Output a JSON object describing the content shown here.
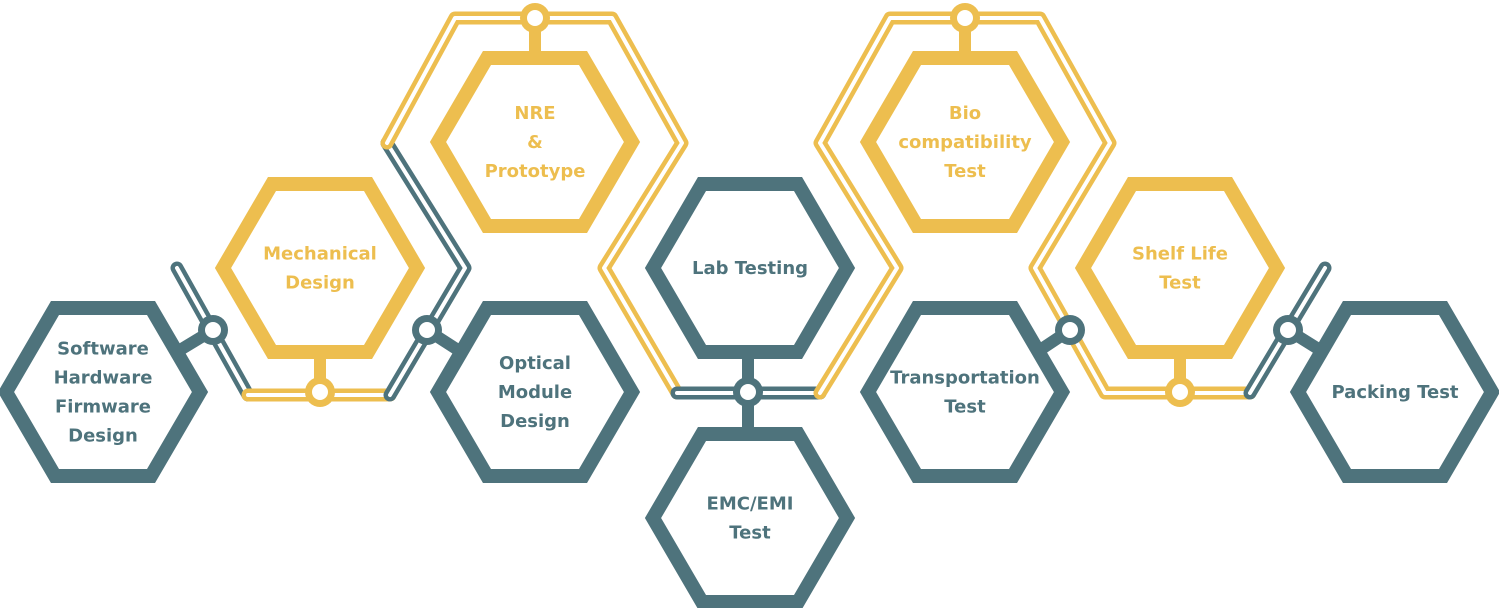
{
  "colors": {
    "yellow": "#EDBE4F",
    "teal": "#4E737C",
    "background": "#FFFFFF"
  },
  "nodes": [
    {
      "id": "software",
      "color": "teal",
      "lines": [
        "Software",
        "Hardware",
        "Firmware",
        "Design"
      ]
    },
    {
      "id": "mechanical",
      "color": "yellow",
      "lines": [
        "Mechanical",
        "Design"
      ]
    },
    {
      "id": "nre",
      "color": "yellow",
      "lines": [
        "NRE",
        "&",
        "Prototype"
      ]
    },
    {
      "id": "optical",
      "color": "teal",
      "lines": [
        "Optical",
        "Module",
        "Design"
      ]
    },
    {
      "id": "lab",
      "color": "teal",
      "lines": [
        "Lab Testing"
      ]
    },
    {
      "id": "emc",
      "color": "teal",
      "lines": [
        "EMC/EMI",
        "Test"
      ]
    },
    {
      "id": "bio",
      "color": "yellow",
      "lines": [
        "Bio",
        "compatibility",
        "Test"
      ]
    },
    {
      "id": "transport",
      "color": "teal",
      "lines": [
        "Transportation",
        "Test"
      ]
    },
    {
      "id": "shelf",
      "color": "yellow",
      "lines": [
        "Shelf Life",
        "Test"
      ]
    },
    {
      "id": "packing",
      "color": "teal",
      "lines": [
        "Packing Test"
      ]
    }
  ]
}
